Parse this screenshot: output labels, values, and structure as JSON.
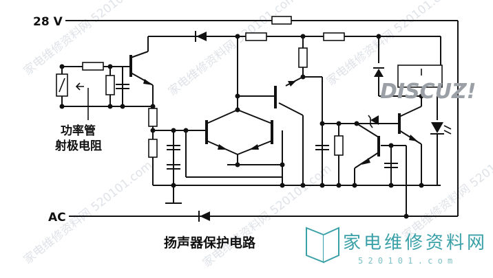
{
  "labels": {
    "supply": "28 V",
    "ac": "AC",
    "emitter_line1": "功率管",
    "emitter_line2": "射极电阻",
    "title": "扬声器保护电路",
    "discuz": "DISCUZ!"
  },
  "watermark": {
    "site_cn": "家电维修资料网",
    "site_url": "5 2 0 1 0 1 . c o m",
    "diagonal": "家电维修资料网 520101.com"
  },
  "colors": {
    "ink": "#111111",
    "logo_teal": "#3aa0a8",
    "watermark": "#dfe3e8",
    "discuz": "#9aa0a6"
  }
}
